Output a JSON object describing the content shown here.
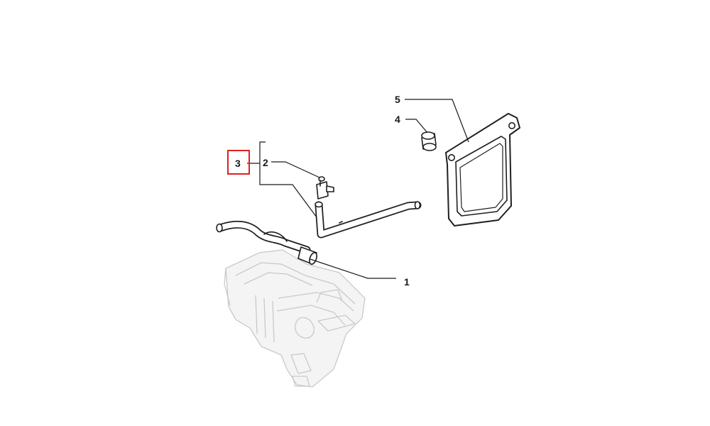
{
  "callouts": {
    "c1": "1",
    "c2": "2",
    "c3": "3",
    "c4": "4",
    "c5": "5"
  },
  "colors": {
    "highlight": "#e02020",
    "ink": "#1a1a1a",
    "ghost": "#c9c9c9"
  }
}
